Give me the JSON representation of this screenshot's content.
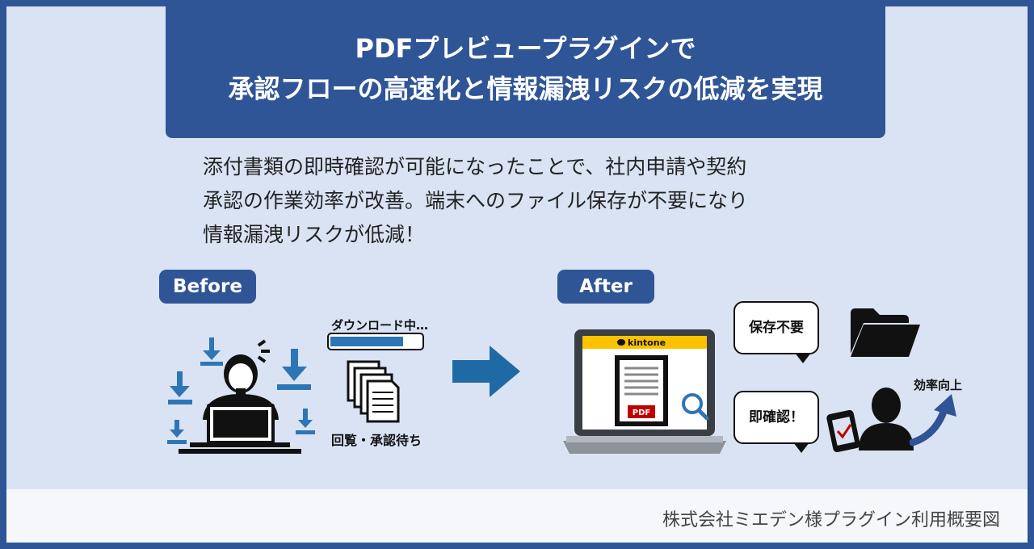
{
  "title": {
    "line1": "PDFプレビュープラグインで",
    "line2": "承認フローの高速化と情報漏洩リスクの低減を実現"
  },
  "description": {
    "line1": "添付書類の即時確認が可能になったことで、社内申請や契約",
    "line2": "承認の作業効率が改善。端末へのファイル保存が不要になり",
    "line3": "情報漏洩リスクが低減！"
  },
  "before": {
    "badge": "Before",
    "downloading_label": "ダウンロード中…",
    "waiting_label": "回覧・承認待ち",
    "progress": 0.8
  },
  "after": {
    "badge": "After",
    "app_name": "kintone",
    "file_type_label": "PDF",
    "bubble_no_save": "保存不要",
    "bubble_instant": "即確認！",
    "efficiency_label": "効率向上"
  },
  "footer": {
    "caption": "株式会社ミエデン様プラグイン利用概要図"
  },
  "colors": {
    "navy": "#2f5597",
    "background": "#dae3f3",
    "arrow": "#1f6aa5",
    "download_icon": "#2e75b6",
    "pdf_red": "#c00000",
    "kintone_yellow": "#fcc200"
  }
}
